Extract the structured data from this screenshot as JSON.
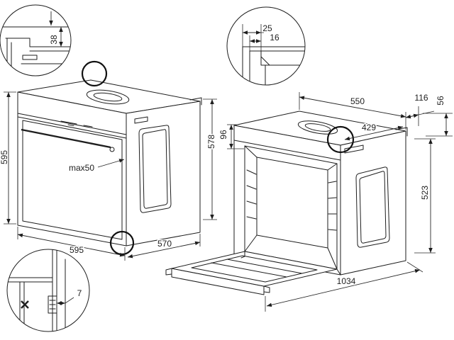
{
  "detail_top_left": {
    "dim": "38"
  },
  "detail_top_right": {
    "dim_a": "25",
    "dim_b": "16"
  },
  "detail_bottom_left": {
    "dim": "7"
  },
  "oven_left": {
    "height": "595",
    "depth": "578",
    "gap": "max50",
    "width": "595",
    "side": "570"
  },
  "oven_right": {
    "top_depth": "550",
    "offset": "116",
    "rise": "56",
    "panel": "96",
    "inner_depth": "429",
    "inner_height": "523",
    "open_depth": "1034"
  }
}
